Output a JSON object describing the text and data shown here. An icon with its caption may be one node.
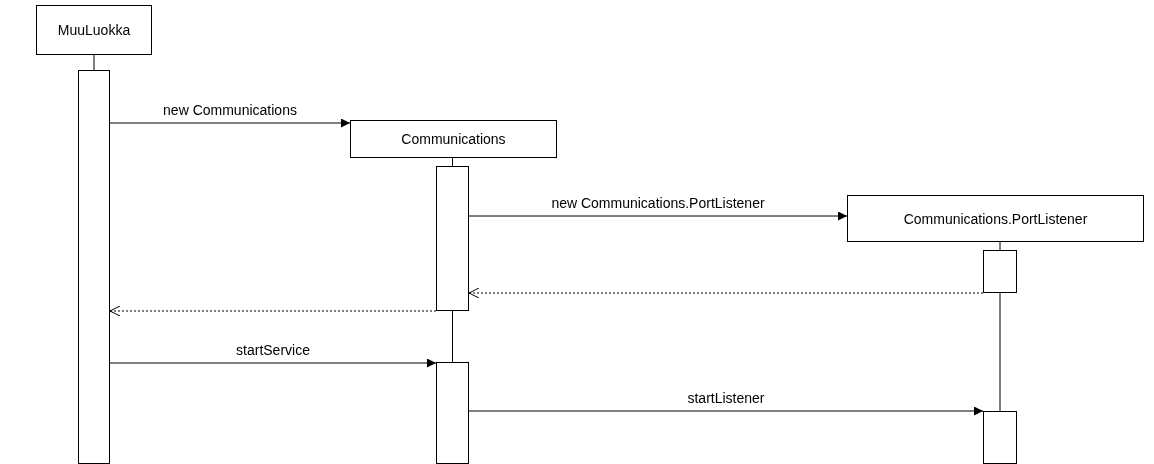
{
  "diagram": {
    "nodes": [
      {
        "text": [
          "MuuLuokka"
        ]
      },
      {
        "text": [],
        "shape": "bar"
      },
      {
        "text": [
          "Communications"
        ]
      },
      {
        "text": [],
        "shape": "bar"
      },
      {
        "text": [
          "Communications.PortListener"
        ]
      },
      {
        "text": [],
        "shape": "bar"
      },
      {
        "text": [],
        "shape": "bar"
      },
      {
        "text": [],
        "shape": "bar"
      }
    ],
    "edges": [
      {
        "from": 0,
        "to": 1,
        "arrow": "none"
      },
      {
        "from": 1,
        "to": 2,
        "arrow": "to",
        "label": "new Communications"
      },
      {
        "from": 2,
        "to": 3,
        "arrow": "none"
      },
      {
        "from": 3,
        "to": 4,
        "arrow": "to",
        "label": "new Communications.PortListener"
      },
      {
        "from": 4,
        "to": 5,
        "arrow": "none"
      },
      {
        "from": 5,
        "to": 3,
        "arrow": "to",
        "style": "dashed"
      },
      {
        "from": 3,
        "to": 1,
        "arrow": "to",
        "style": "dashed"
      },
      {
        "from": 3,
        "to": 6,
        "arrow": "none"
      },
      {
        "from": 1,
        "to": 6,
        "arrow": "to",
        "label": "startService"
      },
      {
        "from": 5,
        "to": 7,
        "arrow": "none"
      },
      {
        "from": 6,
        "to": 7,
        "arrow": "to",
        "label": "startListener"
      }
    ]
  }
}
